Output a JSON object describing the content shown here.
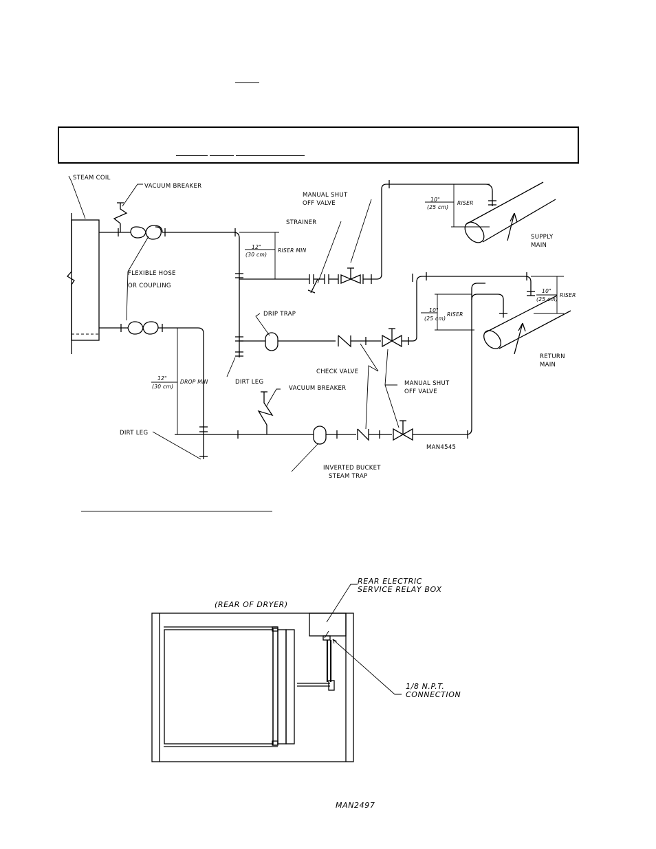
{
  "piping_diagram": {
    "drawing_number": "MAN4545",
    "labels": {
      "steam_coil": "STEAM COIL",
      "vacuum_breaker_top": "VACUUM BREAKER",
      "manual_shut_off_top_1": "MANUAL SHUT",
      "manual_shut_off_top_2": "OFF VALVE",
      "strainer": "STRAINER",
      "flexible_hose_1": "FLEXIBLE HOSE",
      "flexible_hose_2": "OR COUPLING",
      "drip_trap": "DRIP TRAP",
      "dirt_leg_mid": "DIRT LEG",
      "vacuum_breaker_bottom": "VACUUM BREAKER",
      "check_valve": "CHECK VALVE",
      "manual_shut_off_mid_1": "MANUAL SHUT",
      "manual_shut_off_mid_2": "OFF VALVE",
      "dirt_leg_bottom": "DIRT LEG",
      "inverted_bucket_1": "INVERTED BUCKET",
      "inverted_bucket_2": "STEAM TRAP",
      "supply_main_1": "SUPPLY",
      "supply_main_2": "MAIN",
      "return_main_1": "RETURN",
      "return_main_2": "MAIN"
    },
    "dimensions": {
      "riser_supply_value": "10\"",
      "riser_supply_metric": "(25 cm)",
      "riser_supply_label": "RISER",
      "riser_min_value": "12\"",
      "riser_min_metric": "(30 cm)",
      "riser_min_label": "RISER MIN",
      "drop_min_value": "12\"",
      "drop_min_metric": "(30 cm)",
      "drop_min_label": "DROP MIN",
      "riser_return_a_value": "10\"",
      "riser_return_a_metric": "(25 cm)",
      "riser_return_a_label": "RISER",
      "riser_return_b_value": "10\"",
      "riser_return_b_metric": "(25 cm)",
      "riser_return_b_label": "RISER"
    }
  },
  "relay_diagram": {
    "drawing_number": "MAN2497",
    "rear_of_dryer": "(REAR OF DRYER)",
    "relay_box_1": "REAR ELECTRIC",
    "relay_box_2": "SERVICE RELAY BOX",
    "connection_1": "1/8 N.P.T.",
    "connection_2": "CONNECTION"
  }
}
